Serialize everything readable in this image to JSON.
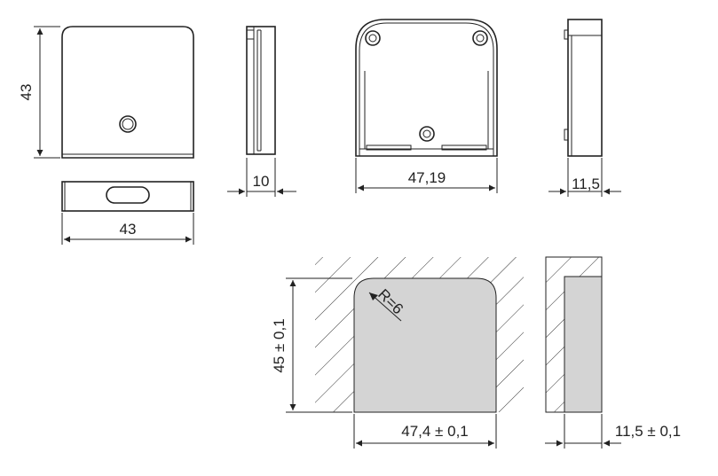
{
  "drawing": {
    "dimensions": {
      "front_height": "43",
      "front_width": "43",
      "side_depth": "10",
      "back_width": "47,19",
      "right_side_depth": "11,5",
      "cutout_height": "45 ± 0,1",
      "cutout_width": "47,4 ± 0,1",
      "cutout_depth": "11,5 ± 0,1",
      "corner_radius": "R=6"
    },
    "colors": {
      "line": "#222222",
      "cutout_fill": "#d4d4d4",
      "background": "#ffffff"
    }
  }
}
